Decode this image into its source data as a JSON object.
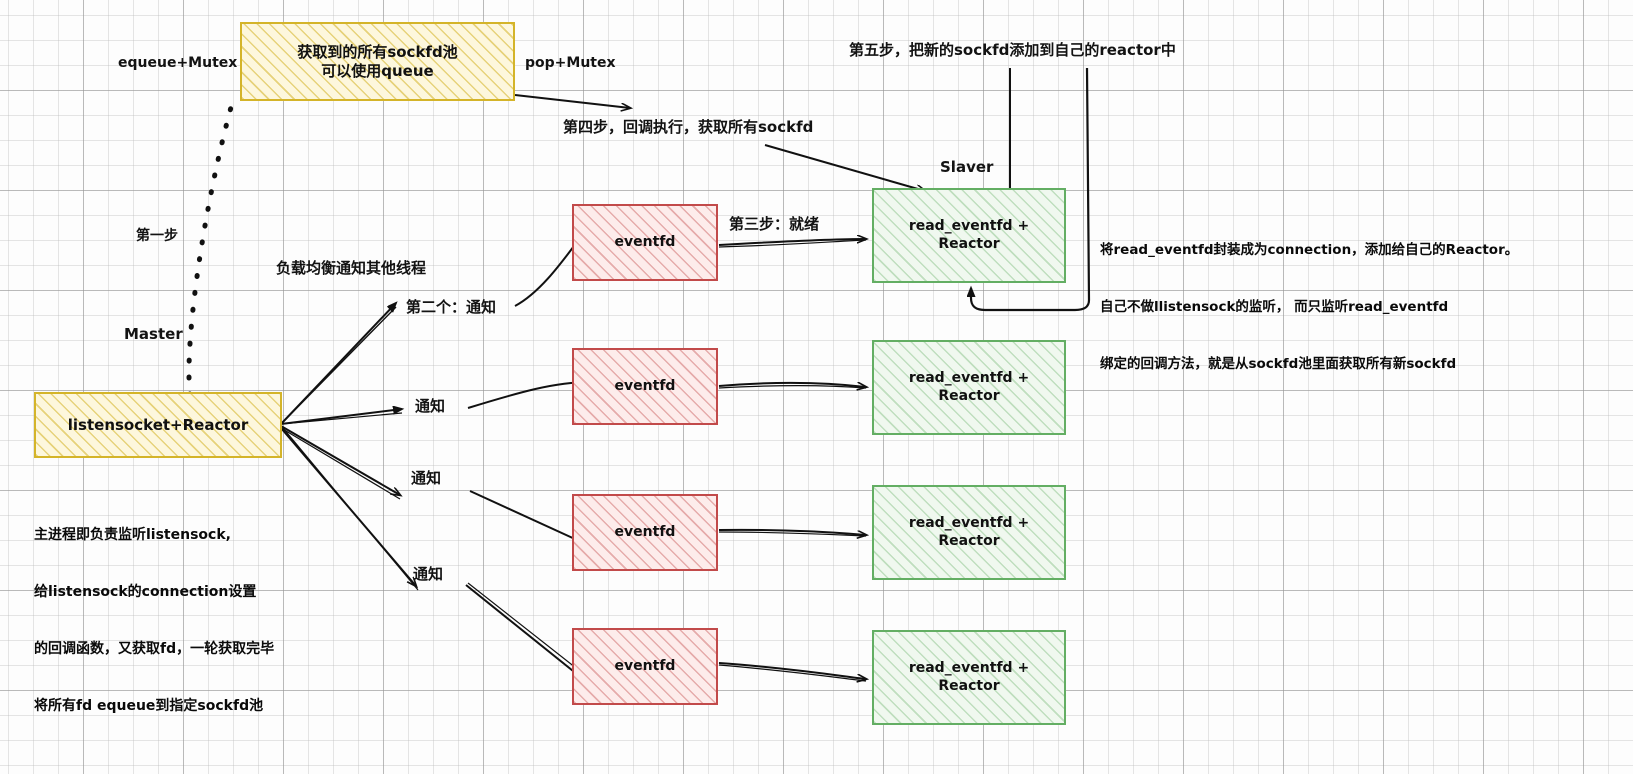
{
  "diagram": {
    "title_present": false,
    "colors": {
      "master_node": "#d4b429",
      "eventfd_node": "#c24a4a",
      "reactor_node": "#63ae63",
      "arrow": "#111111",
      "grid": "#c8c8c8"
    },
    "nodes": [
      {
        "id": "sockfd-pool",
        "kind": "yellow",
        "lines": [
          "获取到的所有sockfd池",
          "可以使用queue"
        ]
      },
      {
        "id": "listensocket",
        "kind": "yellow",
        "lines": [
          "listensocket+Reactor"
        ]
      },
      {
        "id": "eventfd-1",
        "kind": "red",
        "lines": [
          "eventfd"
        ]
      },
      {
        "id": "eventfd-2",
        "kind": "red",
        "lines": [
          "eventfd"
        ]
      },
      {
        "id": "eventfd-3",
        "kind": "red",
        "lines": [
          "eventfd"
        ]
      },
      {
        "id": "eventfd-4",
        "kind": "red",
        "lines": [
          "eventfd"
        ]
      },
      {
        "id": "reactor-1",
        "kind": "green",
        "lines": [
          "read_eventfd +",
          "Reactor"
        ]
      },
      {
        "id": "reactor-2",
        "kind": "green",
        "lines": [
          "read_eventfd +",
          "Reactor"
        ]
      },
      {
        "id": "reactor-3",
        "kind": "green",
        "lines": [
          "read_eventfd +",
          "Reactor"
        ]
      },
      {
        "id": "reactor-4",
        "kind": "green",
        "lines": [
          "read_eventfd +",
          "Reactor"
        ]
      }
    ],
    "edge_labels": {
      "equeue_mutex": "equeue+Mutex",
      "pop_mutex": "pop+Mutex",
      "step_one": "第一步",
      "master": "Master",
      "slaver": "Slaver",
      "step_two_notify": "第二个：通知",
      "notify_2": "通知",
      "notify_3": "通知",
      "notify_4": "通知",
      "load_balance": "负载均衡通知其他线程",
      "step_three": "第三步：就绪",
      "step_four": "第四步，回调执行，获取所有sockfd",
      "step_five": "第五步，把新的sockfd添加到自己的reactor中"
    },
    "annotations": {
      "bottom_left": [
        "主进程即负责监听listensock,",
        "给listensock的connection设置",
        "的回调函数，又获取fd，一轮获取完毕",
        "将所有fd equeue到指定sockfd池"
      ],
      "right": [
        "将read_eventfd封装成为connection，添加给自己的Reactor。",
        "自己不做llistensock的监听， 而只监听read_eventfd",
        "绑定的回调方法，就是从sockfd池里面获取所有新sockfd"
      ]
    }
  }
}
